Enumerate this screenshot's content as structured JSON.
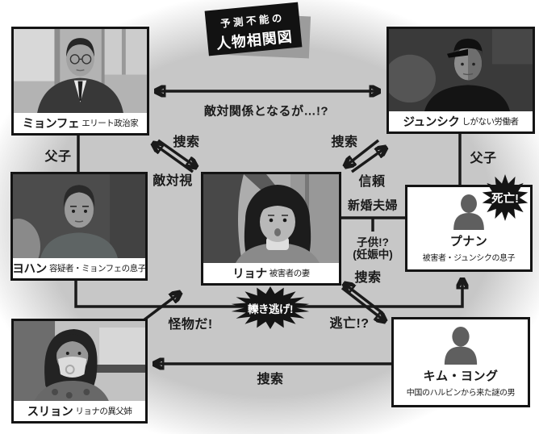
{
  "title": {
    "line1": "予測不能の",
    "line2": "人物相関図"
  },
  "characters": {
    "myonfe": {
      "name": "ミョンフェ",
      "desc": "エリート政治家"
    },
    "junsik": {
      "name": "ジュンシク",
      "desc": "しがない労働者"
    },
    "ryona": {
      "name": "リョナ",
      "desc": "被害者の妻"
    },
    "yohan": {
      "name": "ヨハン",
      "desc": "容疑者・ミョンフェの息子"
    },
    "punan": {
      "name": "プナン",
      "desc": "被害者・ジュンシクの息子"
    },
    "suryon": {
      "name": "スリョン",
      "desc": "リョナの異父姉"
    },
    "kimyong": {
      "name": "キム・ヨング",
      "desc": "中国のハルビンから来た謎の男"
    }
  },
  "labels": {
    "hostile_relation": "敵対関係となるが…!?",
    "search_left": "捜索",
    "search_right": "捜索",
    "search_mid": "捜索",
    "search_bottom": "捜索",
    "hostile_view": "敵対視",
    "trust": "信頼",
    "father_son_left": "父子",
    "father_son_right": "父子",
    "newlyweds": "新婚夫婦",
    "child_line1": "子供!?",
    "child_line2": "(妊娠中)",
    "escape": "逃亡!?",
    "monster": "怪物だ!",
    "death": "死亡!",
    "hit_and_run": "轢き逃げ!"
  },
  "colors": {
    "background_oval": "#c7c7c7",
    "ink": "#1a1a1a",
    "burst": "#141414",
    "silhouette": "#5f5f5f"
  }
}
